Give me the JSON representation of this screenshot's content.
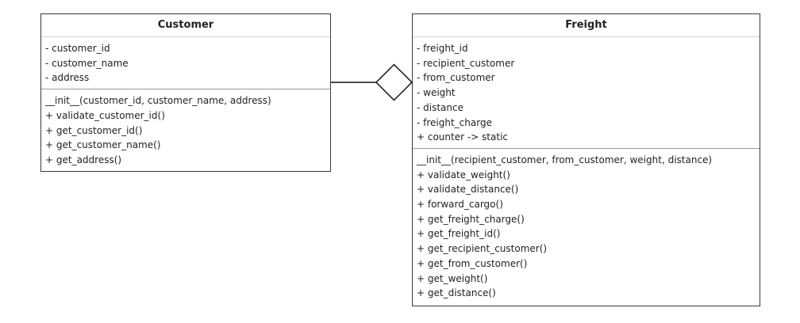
{
  "diagram": {
    "classes": [
      {
        "key": "customer",
        "name": "Customer",
        "attributes": [
          "- customer_id",
          "- customer_name",
          "- address"
        ],
        "methods": [
          "__init__(customer_id, customer_name, address)",
          "+ validate_customer_id()",
          "+ get_customer_id()",
          "+ get_customer_name()",
          "+ get_address()"
        ]
      },
      {
        "key": "freight",
        "name": "Freight",
        "attributes": [
          "- freight_id",
          "- recipient_customer",
          "- from_customer",
          "- weight",
          "- distance",
          "- freight_charge",
          "+ counter -> static"
        ],
        "methods": [
          "__init__(recipient_customer, from_customer, weight, distance)",
          "+ validate_weight()",
          "+ validate_distance()",
          "+ forward_cargo()",
          "+ get_freight_charge()",
          "+ get_freight_id()",
          "+ get_recipient_customer()",
          "+ get_from_customer()",
          "+ get_weight()",
          "+ get_distance()"
        ]
      }
    ],
    "relationships": [
      {
        "type": "aggregation",
        "from": "Customer",
        "to": "Freight",
        "diamond_end": "Freight"
      }
    ],
    "colors": {
      "border": "#3a3a3a",
      "text": "#222222",
      "background": "#ffffff"
    }
  }
}
